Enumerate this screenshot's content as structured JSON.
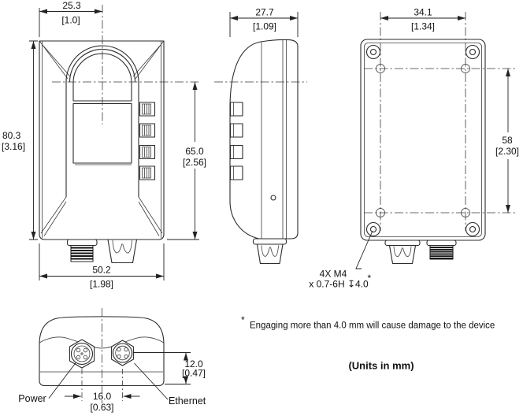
{
  "front": {
    "dim_top_mm": "25.3",
    "dim_top_in": "[1.0]",
    "dim_height_mm": "80.3",
    "dim_height_in": "[3.16]",
    "dim_screen_mm": "65.0",
    "dim_screen_in": "[2.56]",
    "dim_width_mm": "50.2",
    "dim_width_in": "[1.98]"
  },
  "side": {
    "dim_depth_mm": "27.7",
    "dim_depth_in": "[1.09]"
  },
  "back": {
    "dim_hole_spacing_mm": "34.1",
    "dim_hole_spacing_in": "[1.34]",
    "dim_hole_vertical_mm": "58",
    "dim_hole_vertical_in": "[2.30]",
    "callout_line1": "4X M4",
    "callout_line2": "x 0.7-6H ↧4.0",
    "callout_star": "*"
  },
  "bottom": {
    "label_power": "Power",
    "label_ethernet": "Ethernet",
    "dim_pitch_mm": "16.0",
    "dim_pitch_in": "[0.63]",
    "dim_offset_mm": "12.0",
    "dim_offset_in": "[0.47]"
  },
  "notes": {
    "footnote_star": "*",
    "footnote_text": "Engaging more than 4.0 mm will cause damage to the device",
    "units_text": "(Units in mm)"
  },
  "colors": {
    "line": "#2b2b2b",
    "background": "#ffffff"
  }
}
